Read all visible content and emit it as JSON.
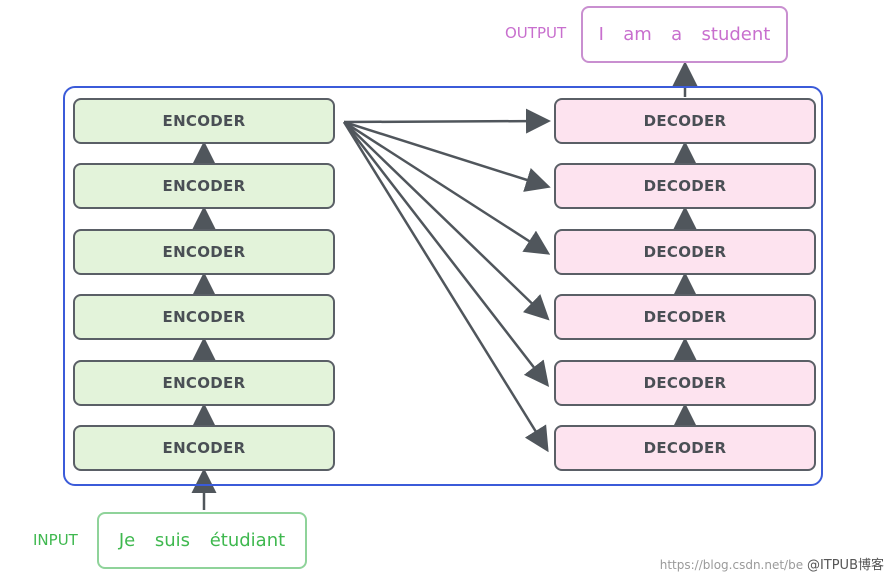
{
  "diagram": {
    "input_label": "INPUT",
    "output_label": "OUTPUT",
    "input_words": [
      "Je",
      "suis",
      "étudiant"
    ],
    "output_words": [
      "I",
      "am",
      "a",
      "student"
    ],
    "encoders": [
      "ENCODER",
      "ENCODER",
      "ENCODER",
      "ENCODER",
      "ENCODER",
      "ENCODER"
    ],
    "decoders": [
      "DECODER",
      "DECODER",
      "DECODER",
      "DECODER",
      "DECODER",
      "DECODER"
    ]
  },
  "colors": {
    "encoder_fill": "#e3f3da",
    "decoder_fill": "#fde3ef",
    "container_border": "#3b5bd9",
    "input_color": "#3fb84f",
    "output_color": "#c86fce",
    "arrow_color": "#50565c"
  },
  "watermark": {
    "url_text": "https://blog.csdn.net/be",
    "brand_text": "@ITPUB博客"
  }
}
